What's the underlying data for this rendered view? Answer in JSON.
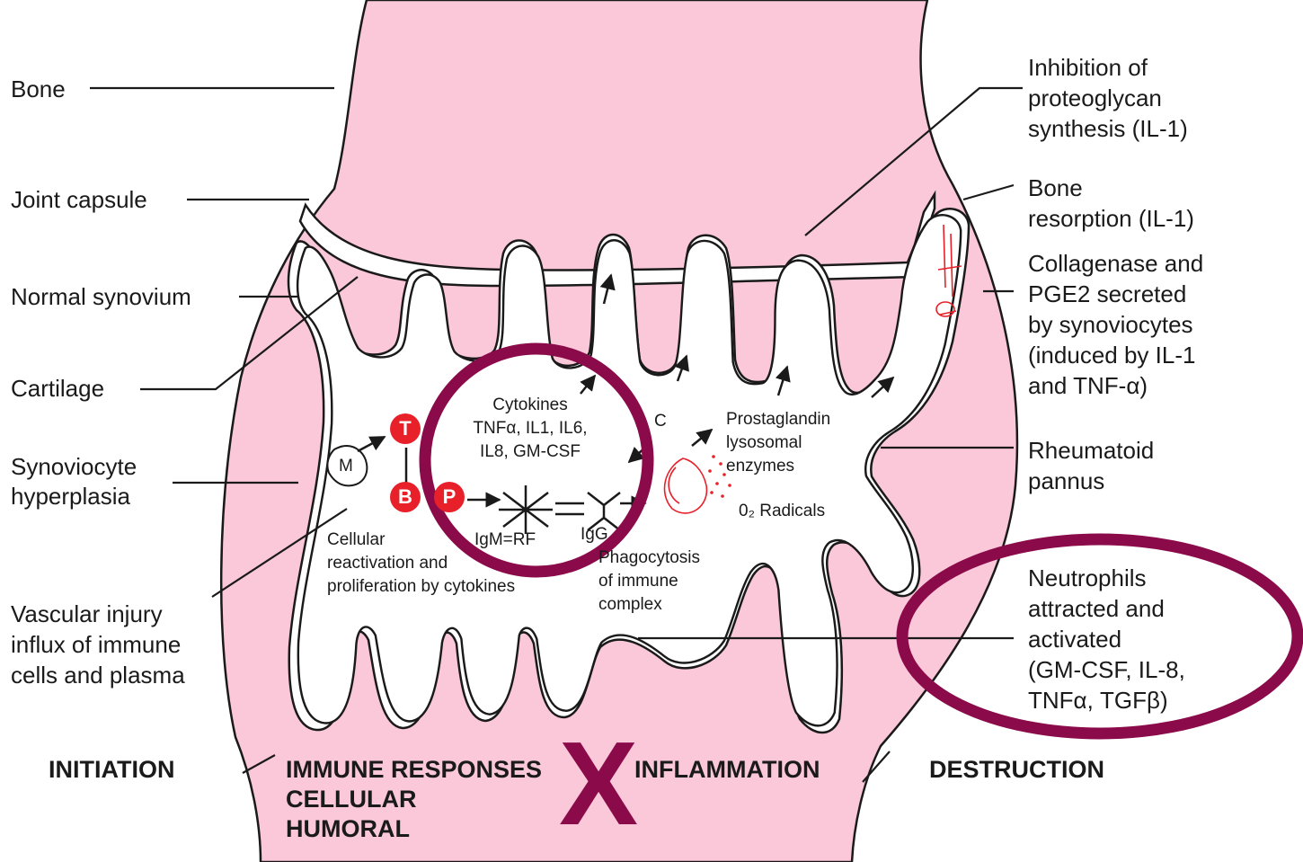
{
  "colors": {
    "tissue": "#fac8d8",
    "synovium_border": "#e8202a",
    "highlight": "#8b0a4a",
    "line": "#1a1a1a"
  },
  "left_labels": {
    "bone": "Bone",
    "joint_capsule": "Joint capsule",
    "normal_synovium": "Normal synovium",
    "cartilage": "Cartilage",
    "synoviocyte_1": "Synoviocyte",
    "synoviocyte_2": "hyperplasia",
    "vascular_1": "Vascular injury",
    "vascular_2": "influx of immune",
    "vascular_3": "cells and plasma"
  },
  "right_labels": {
    "inhibition_1": "Inhibition of",
    "inhibition_2": "proteoglycan",
    "inhibition_3": "synthesis (IL-1)",
    "bone_res_1": "Bone",
    "bone_res_2": "resorption (IL-1)",
    "collagenase_1": "Collagenase and",
    "collagenase_2": "PGE2 secreted",
    "collagenase_3": "by synoviocytes",
    "collagenase_4": "(induced by IL-1",
    "collagenase_5": "and TNF-α)",
    "pannus_1": "Rheumatoid",
    "pannus_2": "pannus",
    "neutrophils_1": "Neutrophils",
    "neutrophils_2": "attracted and",
    "neutrophils_3": "activated",
    "neutrophils_4": "(GM-CSF, IL-8,",
    "neutrophils_5": "TNFα, TGFβ)"
  },
  "inner_labels": {
    "cytokines_1": "Cytokines",
    "cytokines_2": "TNFα, IL1, IL6,",
    "cytokines_3": "IL8, GM-CSF",
    "c": "C",
    "prostaglandin_1": "Prostaglandin",
    "prostaglandin_2": "lysosomal",
    "prostaglandin_3": "enzymes",
    "radicals": "0₂ Radicals",
    "igm": "IgM=RF",
    "igg": "IgG",
    "cellular_1": "Cellular",
    "cellular_2": "reactivation and",
    "cellular_3": "proliferation by cytokines",
    "phago_1": "Phagocytosis",
    "phago_2": "of immune",
    "phago_3": "complex",
    "cell_m": "M",
    "cell_t": "T",
    "cell_b": "B",
    "cell_p": "P"
  },
  "stages": {
    "initiation": "INITIATION",
    "immune_1": "IMMUNE RESPONSES",
    "immune_2": "CELLULAR",
    "immune_3": "HUMORAL",
    "inflammation": "INFLAMMATION",
    "destruction": "DESTRUCTION"
  },
  "annotations": {
    "cross": "X"
  }
}
